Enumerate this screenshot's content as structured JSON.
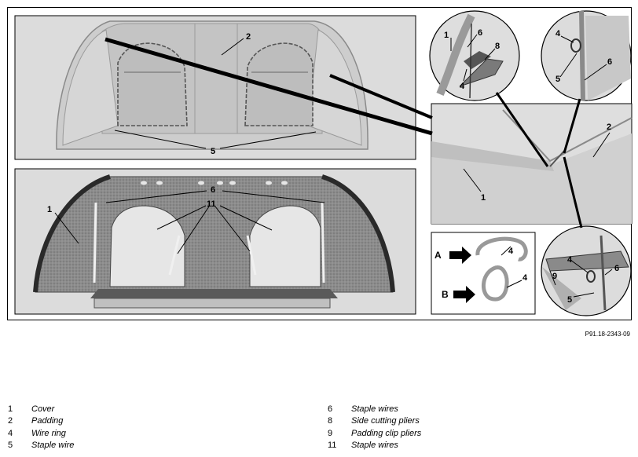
{
  "figure": {
    "reference": "P91.18-2343-09",
    "callouts": {
      "c1": "1",
      "c2": "2",
      "c4": "4",
      "c5": "5",
      "c6": "6",
      "c8": "8",
      "c9": "9",
      "c11": "11",
      "A": "A",
      "B": "B"
    }
  },
  "legend": {
    "left": [
      {
        "num": "1",
        "text": "Cover"
      },
      {
        "num": "2",
        "text": "Padding"
      },
      {
        "num": "4",
        "text": "Wire ring"
      },
      {
        "num": "5",
        "text": "Staple wire"
      }
    ],
    "right": [
      {
        "num": "6",
        "text": "Staple wires"
      },
      {
        "num": "8",
        "text": "Side cutting pliers"
      },
      {
        "num": "9",
        "text": "Padding clip pliers"
      },
      {
        "num": "11",
        "text": "Staple wires"
      }
    ]
  },
  "colors": {
    "panel_bg": "#dcdcdc",
    "padding": "#c8c8c8",
    "cover_dark": "#7a7a7a",
    "line": "#000000"
  }
}
